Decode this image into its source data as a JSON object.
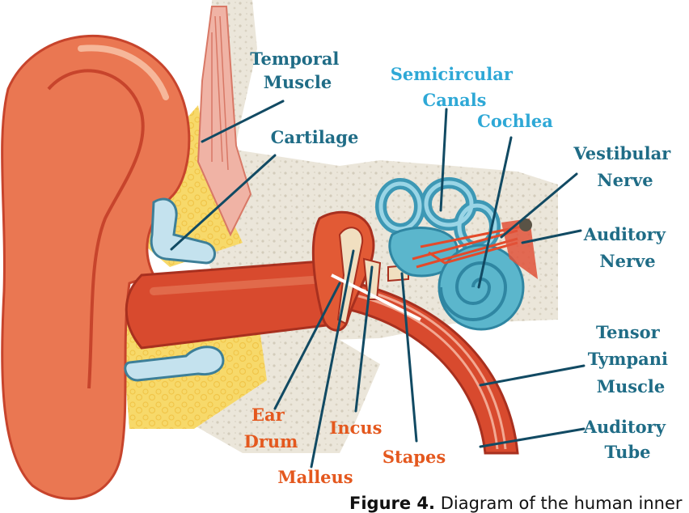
{
  "labels": {
    "temporal_muscle": [
      "Temporal",
      "Muscle"
    ],
    "cartilage": "Cartilage",
    "semicircular_canals": [
      "Semicircular",
      "Canals"
    ],
    "cochlea": "Cochlea",
    "vestibular_nerve": [
      "Vestibular",
      "Nerve"
    ],
    "auditory_nerve": [
      "Auditory",
      "Nerve"
    ],
    "tensor_tympani": [
      "Tensor",
      "Tympani",
      "Muscle"
    ],
    "auditory_tube": [
      "Auditory",
      "Tube"
    ],
    "ear_drum": [
      "Ear",
      "Drum"
    ],
    "malleus": "Malleus",
    "incus": "Incus",
    "stapes": "Stapes"
  },
  "caption": {
    "figure": "Figure 4.",
    "text": "Diagram of the human inner"
  },
  "colors": {
    "label_teal": "#1f6c86",
    "label_cyan": "#2ea8d6",
    "label_orange": "#e4581e",
    "ear_skin": "#ea7752",
    "canal": "#d2452a",
    "bone": "#ece7dc",
    "fat": "#f7d96a",
    "inner_ear": "#5bb6cc"
  }
}
